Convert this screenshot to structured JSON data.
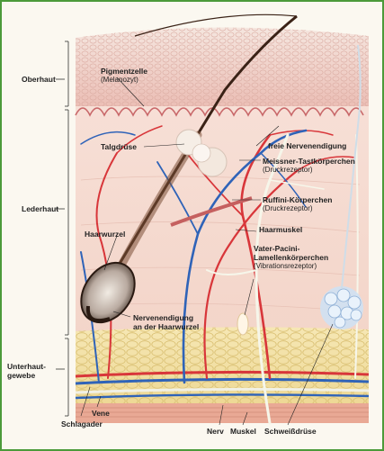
{
  "layers": {
    "epidermis": "Oberhaut",
    "dermis": "Lederhaut",
    "subcutis_line1": "Unterhaut-",
    "subcutis_line2": "gewebe"
  },
  "labels": {
    "pigment_cell": "Pigmentzelle",
    "pigment_cell_sub": "(Melanozyt)",
    "sebaceous_gland": "Talgdrüse",
    "free_nerve_ending": "freie Nervenendigung",
    "meissner": "Meissner-Tastkörperchen",
    "meissner_sub": "(Druckrezeptor)",
    "ruffini": "Ruffini-Körperchen",
    "ruffini_sub": "(Druckrezeptor)",
    "hair_muscle": "Haarmuskel",
    "hair_root": "Haarwurzel",
    "vater_pacini_1": "Vater-Pacini-",
    "vater_pacini_2": "Lamellenkörperchen",
    "vater_pacini_sub": "(Vibrationsrezeptor)",
    "hair_root_nerve_1": "Nervenendigung",
    "hair_root_nerve_2": "an der Haarwurzel",
    "vein": "Vene",
    "artery": "Schlagader",
    "nerve": "Nerv",
    "muscle": "Muskel",
    "sweat_gland": "Schweißdrüse"
  },
  "colors": {
    "frame": "#4c9a3a",
    "epidermis": "#efc8c0",
    "dermis": "#f6dcd2",
    "fat": "#f3e3a8",
    "artery": "#d8363a",
    "vein": "#2f63b8",
    "nerve": "#f2f2e6",
    "hair": "#3a2216"
  }
}
